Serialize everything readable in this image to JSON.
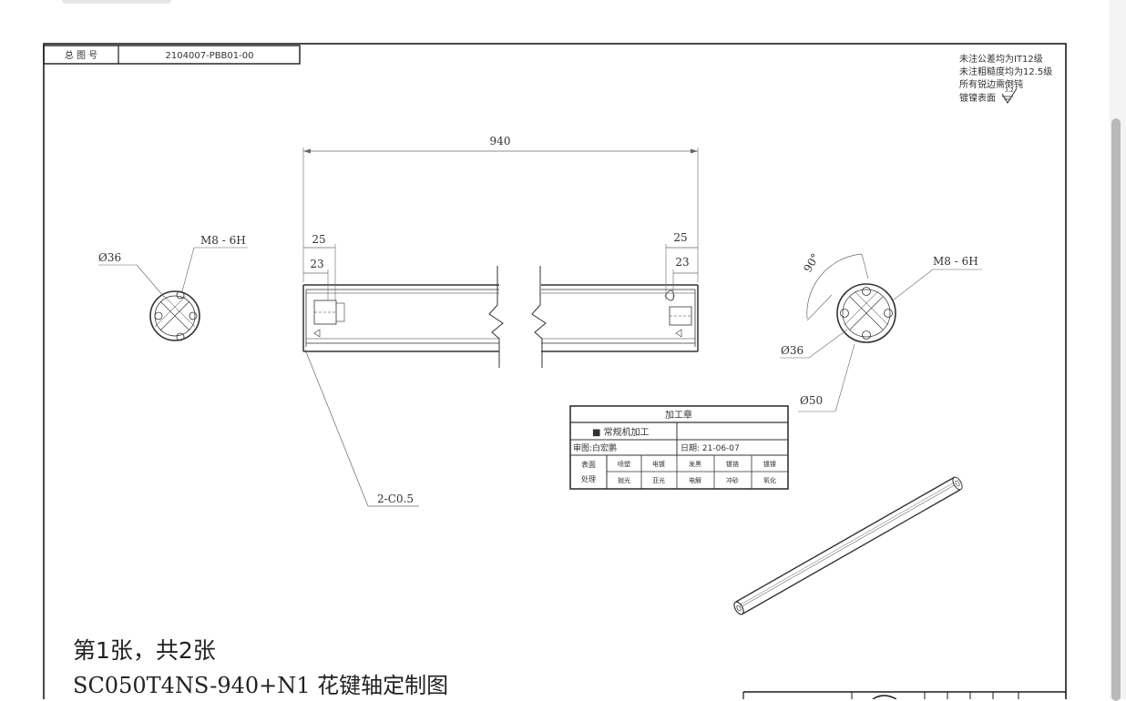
{
  "title_block": {
    "label": "总 图 号",
    "drawing_number": "2104007-PBB01-00"
  },
  "notes": [
    "未注公差均为IT12级",
    "未注粗糙度均为12.5级",
    "所有锐边需倒钝",
    "镀镍表面"
  ],
  "roughness_symbol_value": "3.2",
  "dimensions": {
    "overall_length": "940",
    "left_outer": "25",
    "left_inner": "23",
    "right_outer": "25",
    "right_inner": "23",
    "chamfer": "2-C0.5"
  },
  "left_view": {
    "diameter": "Ø36",
    "thread": "M8 - 6H"
  },
  "right_view": {
    "angle": "90°",
    "thread": "M8 - 6H",
    "inner_diameter": "Ø36",
    "outer_diameter": "Ø50"
  },
  "stamp": {
    "title": "加工章",
    "process": "■  常规机加工",
    "reviewer": "审图:白宏鹏",
    "date": "日期: 21-06-07",
    "surface_label_1": "表面",
    "surface_label_2": "处理",
    "options_row1": [
      "喷塑",
      "电镀",
      "发黑",
      "镀铬",
      "镀镍"
    ],
    "options_row2": [
      "抛光",
      "亚光",
      "电解",
      "冲砂",
      "氧化"
    ]
  },
  "footer": {
    "sheet_info": "第1张，共2张",
    "part_title": "SC050T4NS-940+N1  花键轴定制图"
  },
  "colors": {
    "line": "#333333",
    "thin": "#666666",
    "sheet_border": "#1a1a1a"
  }
}
